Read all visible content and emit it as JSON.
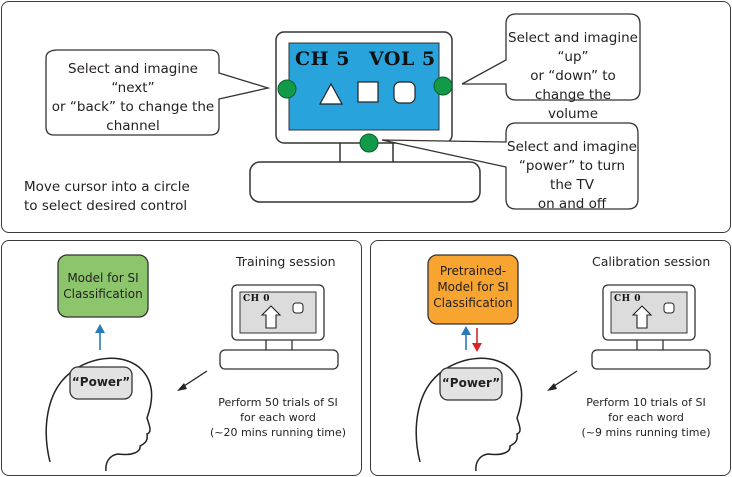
{
  "top_panel": {
    "tv": {
      "channel_label": "CH 5",
      "volume_label": "VOL 5",
      "screen_color": "#29a3dc",
      "control_color": "#139a48",
      "icons": [
        "triangle-icon",
        "square-icon",
        "rounded-square-icon"
      ]
    },
    "callouts": {
      "channel": [
        "Select and imagine “next”",
        "or “back” to change the",
        "channel"
      ],
      "volume": [
        "Select and imagine  “up”",
        "or “down” to change the",
        "volume"
      ],
      "power": [
        "Select and imagine",
        "“power” to turn the TV",
        "on and off"
      ]
    },
    "instruction": [
      "Move cursor into a circle",
      "to select desired control"
    ]
  },
  "training_panel": {
    "title": "Training session",
    "model_box": [
      "Model for SI",
      "Classification"
    ],
    "model_color": "#8cc56b",
    "thought_word": "“Power”",
    "screen_label": "CH 0",
    "description": [
      "Perform 50 trials of SI",
      "for each word",
      "(~20 mins running time)"
    ],
    "arrow_up_color": "#2a7ab8"
  },
  "calibration_panel": {
    "title": "Calibration session",
    "model_box": [
      "Pretrained-",
      "Model for SI",
      "Classification"
    ],
    "model_color": "#f7a431",
    "thought_word": "“Power”",
    "screen_label": "CH 0",
    "description": [
      "Perform 10 trials of SI",
      "for each word",
      "(~9 mins running time)"
    ],
    "arrow_up_color": "#2a7ab8",
    "arrow_down_color": "#d7262d"
  }
}
